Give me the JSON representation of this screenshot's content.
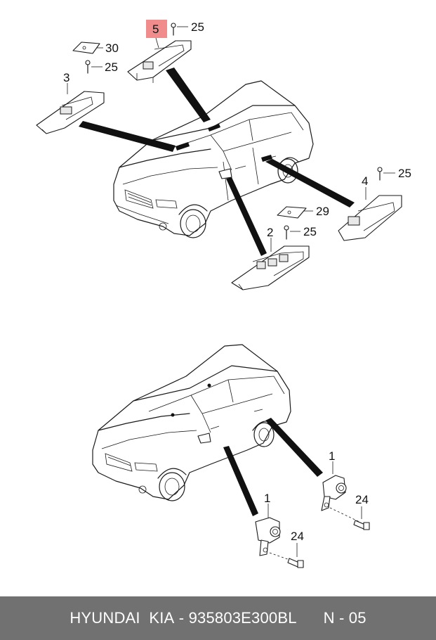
{
  "callouts": {
    "c5": "5",
    "c25a": "25",
    "c30": "30",
    "c25b": "25",
    "c3": "3",
    "c25c": "25",
    "c4": "4",
    "c29": "29",
    "c2": "2",
    "c25d": "25",
    "c1a": "1",
    "c24a": "24",
    "c1b": "1",
    "c24b": "24"
  },
  "highlight_color": "#f08c8c",
  "footer": {
    "brand": "HYUNDAI  KIA",
    "part_number": "- 935803E300BL",
    "page_code": "N - 05"
  },
  "footer_bg": "#717171"
}
